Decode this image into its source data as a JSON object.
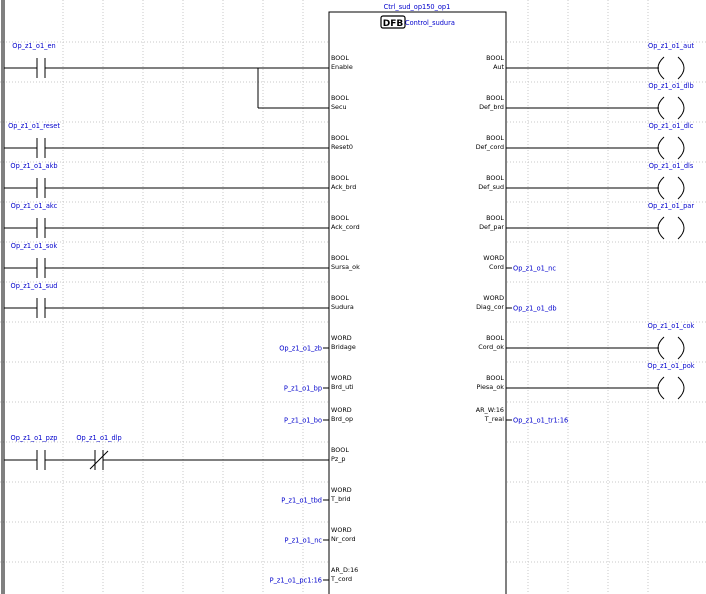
{
  "colors": {
    "background": "#ffffff",
    "grid": "#c8c8c8",
    "wire": "#000000",
    "variable_label": "#0000cc",
    "block_text": "#000000"
  },
  "block": {
    "instance_name": "Ctrl_sud_op150_op1",
    "badge": "DFB",
    "type_name": "Control_sudura",
    "inputs": [
      {
        "type": "BOOL",
        "name": "Enable"
      },
      {
        "type": "BOOL",
        "name": "Secu"
      },
      {
        "type": "BOOL",
        "name": "Reset0"
      },
      {
        "type": "BOOL",
        "name": "Ack_brd"
      },
      {
        "type": "BOOL",
        "name": "Ack_cord"
      },
      {
        "type": "BOOL",
        "name": "Sursa_ok"
      },
      {
        "type": "BOOL",
        "name": "Sudura"
      },
      {
        "type": "WORD",
        "name": "Bridage"
      },
      {
        "type": "WORD",
        "name": "Brd_uti"
      },
      {
        "type": "WORD",
        "name": "Brd_op"
      },
      {
        "type": "BOOL",
        "name": "Pz_p"
      },
      {
        "type": "WORD",
        "name": "T_brid"
      },
      {
        "type": "WORD",
        "name": "Nr_cord"
      },
      {
        "type": "AR_D:16",
        "name": "T_cord"
      }
    ],
    "outputs": [
      {
        "type": "BOOL",
        "name": "Aut"
      },
      {
        "type": "BOOL",
        "name": "Def_brd"
      },
      {
        "type": "BOOL",
        "name": "Def_cord"
      },
      {
        "type": "BOOL",
        "name": "Def_sud"
      },
      {
        "type": "BOOL",
        "name": "Def_par"
      },
      {
        "type": "WORD",
        "name": "Cord"
      },
      {
        "type": "WORD",
        "name": "Diag_cor"
      },
      {
        "type": "BOOL",
        "name": "Cord_ok"
      },
      {
        "type": "BOOL",
        "name": "Piesa_ok"
      },
      {
        "type": "AR_W:16",
        "name": "T_real"
      }
    ]
  },
  "contacts": [
    {
      "label": "Op_z1_o1_en",
      "kind": "no"
    },
    {
      "label": "Op_z1_o1_reset",
      "kind": "no"
    },
    {
      "label": "Op_z1_o1_akb",
      "kind": "no"
    },
    {
      "label": "Op_z1_o1_akc",
      "kind": "no"
    },
    {
      "label": "Op_z1_o1_sok",
      "kind": "no"
    },
    {
      "label": "Op_z1_o1_sud",
      "kind": "no"
    },
    {
      "label": "Op_z1_o1_pzp",
      "kind": "no"
    },
    {
      "label": "Op_z1_o1_dlp",
      "kind": "nc"
    }
  ],
  "input_variables": [
    {
      "label": "Op_z1_o1_zb"
    },
    {
      "label": "P_z1_o1_bp"
    },
    {
      "label": "P_z1_o1_bo"
    },
    {
      "label": "P_z1_o1_tbd"
    },
    {
      "label": "P_z1_o1_nc"
    },
    {
      "label": "P_z1_o1_pc1:16"
    }
  ],
  "coils": [
    {
      "label": "Op_z1_o1_aut"
    },
    {
      "label": "Op_z1_o1_dlb"
    },
    {
      "label": "Op_z1_o1_dlc"
    },
    {
      "label": "Op_z1_o1_dls"
    },
    {
      "label": "Op_z1_o1_par"
    },
    {
      "label": "Op_z1_o1_cok"
    },
    {
      "label": "Op_z1_o1_pok"
    }
  ],
  "output_variables": [
    {
      "label": "Op_z1_o1_nc"
    },
    {
      "label": "Op_z1_o1_db"
    },
    {
      "label": "Op_z1_o1_tr1:16"
    }
  ]
}
